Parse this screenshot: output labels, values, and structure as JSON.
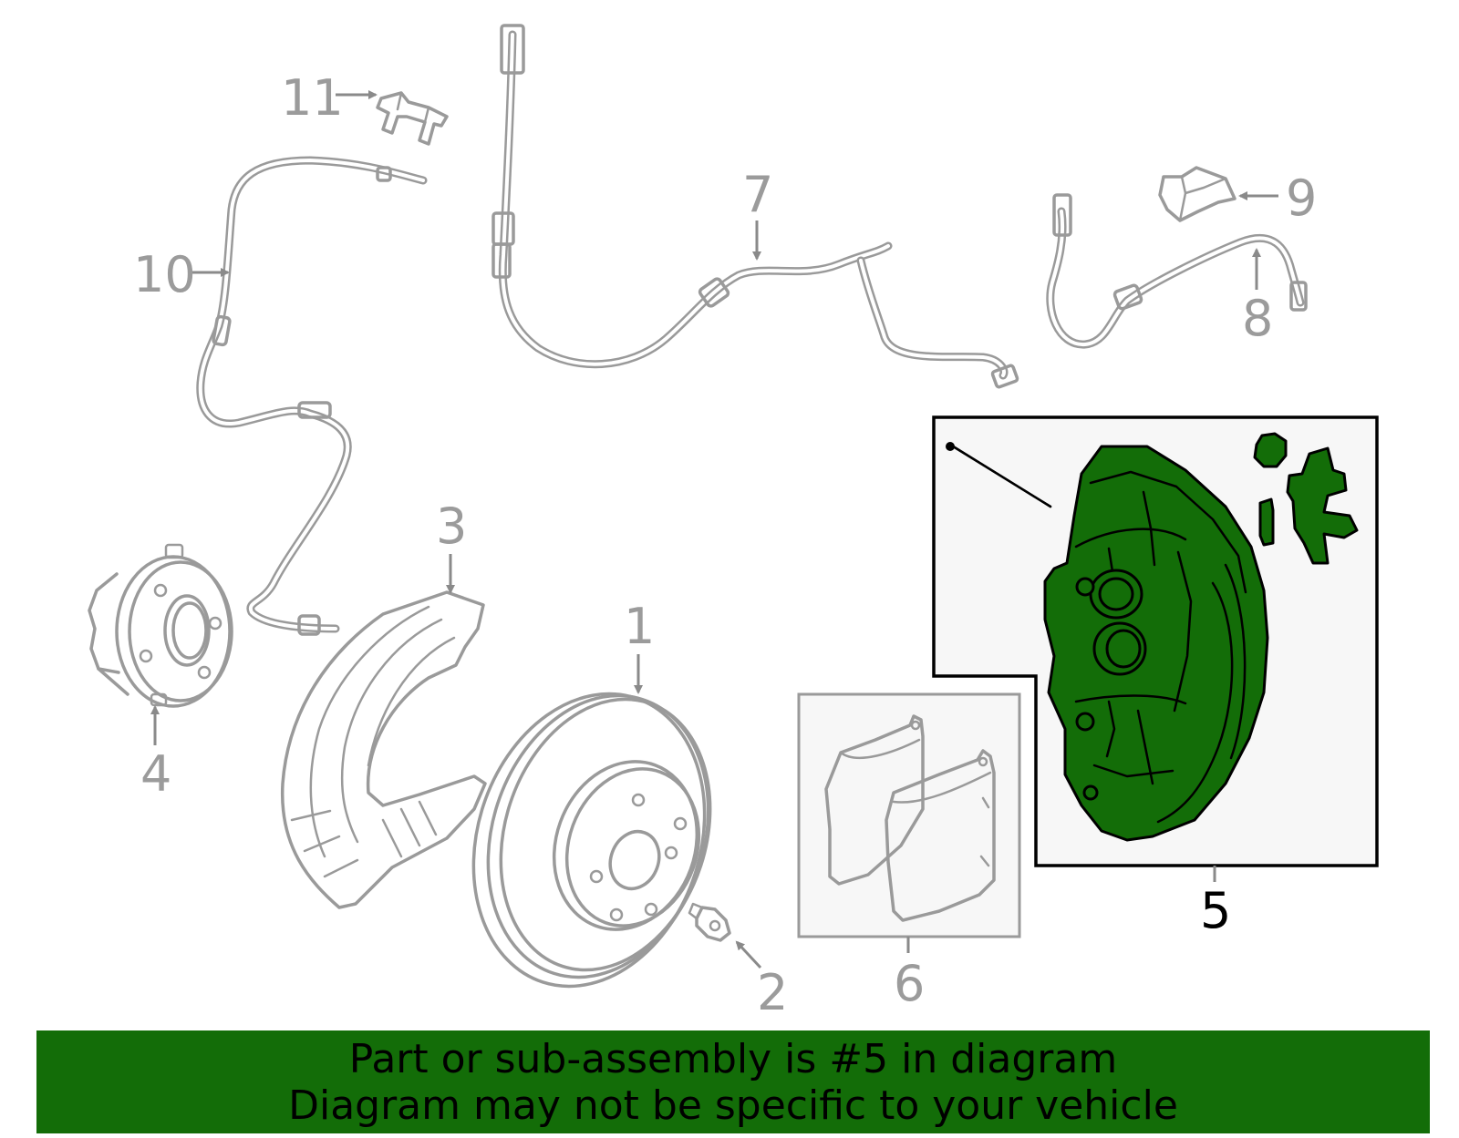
{
  "callouts": {
    "n1": "1",
    "n2": "2",
    "n3": "3",
    "n4": "4",
    "n5": "5",
    "n6": "6",
    "n7": "7",
    "n8": "8",
    "n9": "9",
    "n10": "10",
    "n11": "11"
  },
  "highlight_part": "5",
  "colors": {
    "highlight": "#136d08",
    "outline": "#9a9a9a",
    "banner": "#136d08"
  },
  "banner": {
    "line1": "Part or sub-assembly is #5 in diagram",
    "line2": "Diagram may not be specific to your vehicle"
  }
}
